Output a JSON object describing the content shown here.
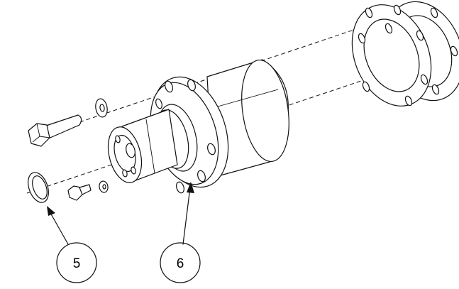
{
  "callouts": [
    {
      "id": "callout-5",
      "label": "5"
    },
    {
      "id": "callout-6",
      "label": "6"
    }
  ],
  "colors": {
    "line": "#111111",
    "background": "#ffffff"
  }
}
